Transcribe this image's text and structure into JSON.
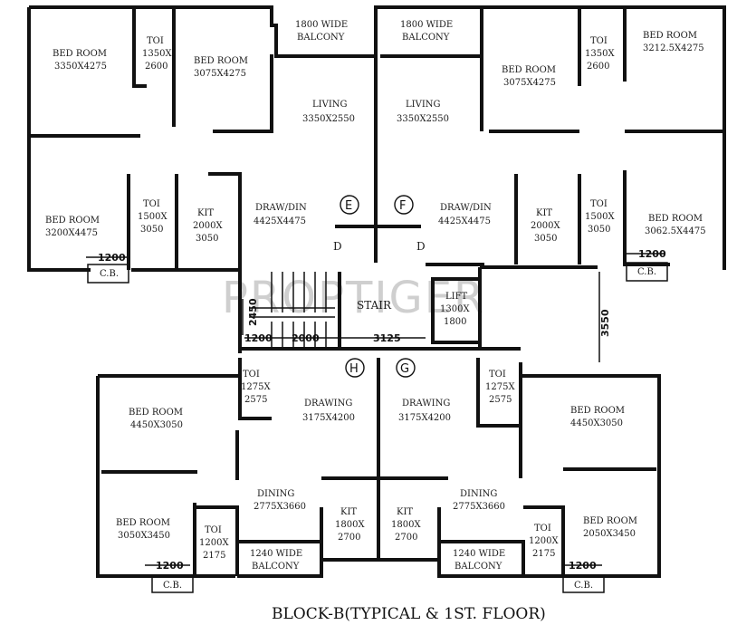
{
  "watermark": "PROPTIGER",
  "title": "BLOCK-B(TYPICAL & 1ST. FLOOR)",
  "flat_markers": [
    "E",
    "F",
    "H",
    "G"
  ],
  "door_marks": [
    "D",
    "D"
  ],
  "stair_label": "STAIR",
  "dimensions": {
    "d1200": "1200",
    "d2000": "2000",
    "d3125": "3125",
    "d2450": "2450",
    "d3550": "3550"
  },
  "rooms": {
    "e_bed1": [
      "BED ROOM",
      "3350X4275"
    ],
    "e_toi1": [
      "TOI",
      "1350X",
      "2600"
    ],
    "e_bed2": [
      "BED ROOM",
      "3075X4275"
    ],
    "e_balc": [
      "1800 WIDE",
      "BALCONY"
    ],
    "e_living": [
      "LIVING",
      "3350X2550"
    ],
    "e_bed3": [
      "BED ROOM",
      "3200X4475"
    ],
    "e_toi2": [
      "TOI",
      "1500X",
      "3050"
    ],
    "e_kit": [
      "KIT",
      "2000X",
      "3050"
    ],
    "e_draw": [
      "DRAW/DIN",
      "4425X4475"
    ],
    "e_cb": "C.B.",
    "f_balc": [
      "1800 WIDE",
      "BALCONY"
    ],
    "f_living": [
      "LIVING",
      "3350X2550"
    ],
    "f_bed1": [
      "BED ROOM",
      "3075X4275"
    ],
    "f_toi1": [
      "TOI",
      "1350X",
      "2600"
    ],
    "f_bed2": [
      "BED ROOM",
      "3212.5X4275"
    ],
    "f_draw": [
      "DRAW/DIN",
      "4425X4475"
    ],
    "f_kit": [
      "KIT",
      "2000X",
      "3050"
    ],
    "f_toi2": [
      "TOI",
      "1500X",
      "3050"
    ],
    "f_bed3": [
      "BED ROOM",
      "3062.5X4475"
    ],
    "f_cb": "C.B.",
    "lift": [
      "LIFT",
      "1300X",
      "1800"
    ],
    "h_toi1": [
      "TOI",
      "1275X",
      "2575"
    ],
    "h_bed1": [
      "BED ROOM",
      "4450X3050"
    ],
    "h_drawing": [
      "DRAWING",
      "3175X4200"
    ],
    "h_dining": [
      "DINING",
      "2775X3660"
    ],
    "h_bed2": [
      "BED ROOM",
      "3050X3450"
    ],
    "h_toi2": [
      "TOI",
      "1200X",
      "2175"
    ],
    "h_kit": [
      "KIT",
      "1800X",
      "2700"
    ],
    "h_balc": [
      "1240 WIDE",
      "BALCONY"
    ],
    "h_cb": "C.B.",
    "g_drawing": [
      "DRAWING",
      "3175X4200"
    ],
    "g_toi1": [
      "TOI",
      "1275X",
      "2575"
    ],
    "g_bed1": [
      "BED ROOM",
      "4450X3050"
    ],
    "g_dining": [
      "DINING",
      "2775X3660"
    ],
    "g_kit": [
      "KIT",
      "1800X",
      "2700"
    ],
    "g_bed2": [
      "BED ROOM",
      "2050X3450"
    ],
    "g_toi2": [
      "TOI",
      "1200X",
      "2175"
    ],
    "g_balc": [
      "1240 WIDE",
      "BALCONY"
    ],
    "g_cb": "C.B."
  }
}
